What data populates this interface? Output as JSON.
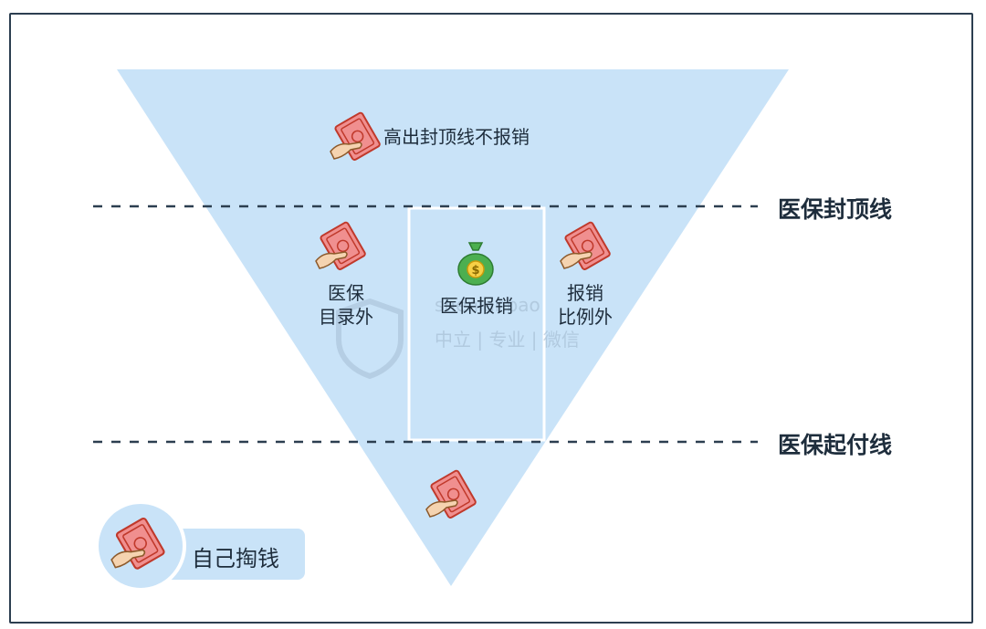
{
  "labels": {
    "top": "高出封顶线不报销",
    "left_line1": "医保",
    "left_line2": "目录外",
    "center": "医保报销",
    "right_line1": "报销",
    "right_line2": "比例外"
  },
  "lines": {
    "ceiling": "医保封顶线",
    "deductible": "医保起付线"
  },
  "legend": {
    "label": "自己掏钱"
  },
  "watermark": {
    "line1": "shenlanbao",
    "line2": "中立 | 专业 | 微信"
  },
  "colors": {
    "funnel": "#c9e3f8",
    "text": "#1e2d3c",
    "dashed": "#2c3e50",
    "bill": "#f08f8f",
    "bag": "#4caf50"
  }
}
